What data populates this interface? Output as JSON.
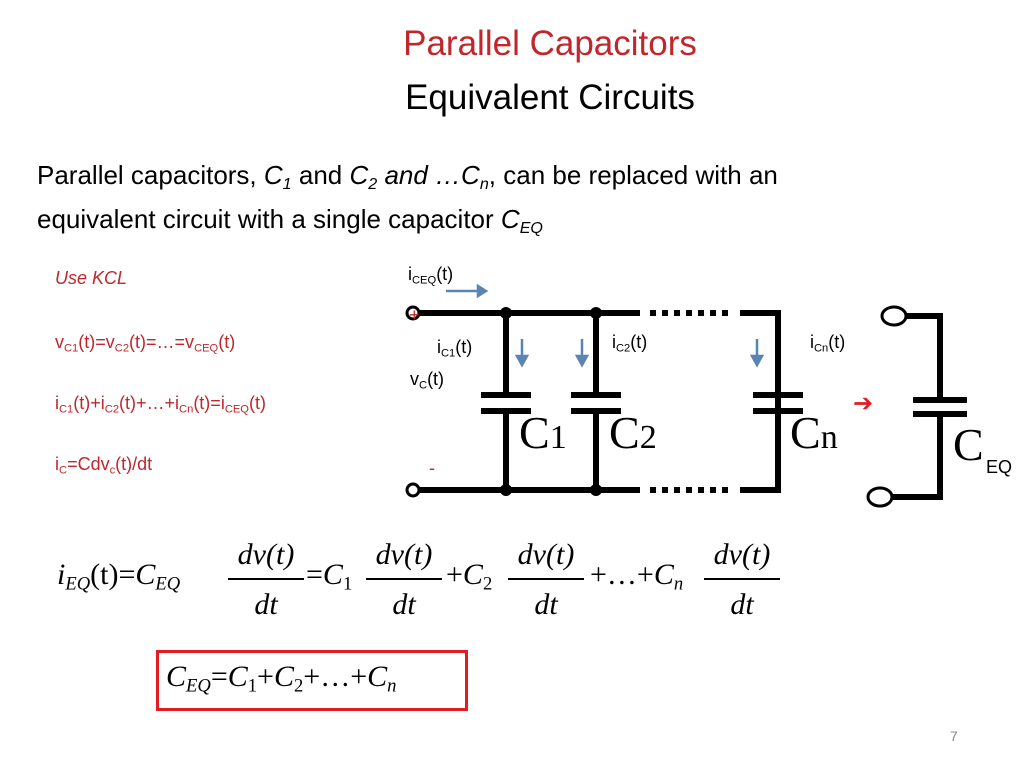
{
  "slide": {
    "title_line1": "Parallel Capacitors",
    "title_line2": "Equivalent Circuits",
    "intro": {
      "t1": "Parallel capacitors, ",
      "c1": "C",
      "c1_sub": "1",
      "t2": " and ",
      "c2": "C",
      "c2_sub": "2",
      "t3": " and …C",
      "cn_sub": "n",
      "t4": ", can be replaced with an",
      "t5": "equivalent circuit with a single capacitor ",
      "ceq": "C",
      "ceq_sub": "EQ"
    },
    "notes": {
      "use_kcl": "Use KCL",
      "voltage": {
        "a": "v",
        "a_sub": "C1",
        "b": "(t)=v",
        "b_sub": "C2",
        "c": "(t)=…=v",
        "c_sub": "CEQ",
        "d": "(t)"
      },
      "current": {
        "a": "i",
        "a_sub": "C1",
        "b": "(t)+i",
        "b_sub": "C2",
        "c": "(t)+…+i",
        "c_sub": "Cn",
        "d": "(t)=i",
        "d_sub": "CEQ",
        "e": "(t)"
      },
      "cap_law": {
        "a": "i",
        "a_sub": "C",
        "b": "=Cdv",
        "b_sub": "c",
        "c": "(t)/dt"
      }
    },
    "circuit": {
      "iceq": {
        "main": "i",
        "sub": "CEQ",
        "tail": "(t)"
      },
      "ic1": {
        "main": "i",
        "sub": "C1",
        "tail": "(t)"
      },
      "ic2": {
        "main": "i",
        "sub": "C2",
        "tail": "(t)"
      },
      "icn": {
        "main": "i",
        "sub": "Cn",
        "tail": "(t)"
      },
      "vc": {
        "main": "v",
        "sub": "C",
        "tail": "(t)"
      },
      "plus": "+",
      "minus": "-",
      "cap1": {
        "main": "C",
        "sub": "1"
      },
      "cap2": {
        "main": "C",
        "sub": "2"
      },
      "capn": {
        "main": "C",
        "sub": "n"
      },
      "capeq": {
        "main": "C",
        "sub": "EQ"
      },
      "arrow": "➔"
    },
    "equation1": {
      "lhs_i": "i",
      "lhs_sub": "EQ",
      "lhs_t": "(t)",
      "eq": "=",
      "ceq": "C",
      "ceq_sub": "EQ",
      "num": "dv(t)",
      "den": "dt",
      "c": "C",
      "sub1": "1",
      "sub2": "2",
      "subn": "n",
      "plus": "+",
      "ellipsis": "…"
    },
    "equation2": {
      "c": "C",
      "eq_sub": "EQ",
      "eq": "=",
      "sub1": "1",
      "sub2": "2",
      "subn": "n",
      "plus": "+",
      "ellipsis": "…"
    },
    "page_number": "7"
  },
  "colors": {
    "accent_red": "#c0262c",
    "box_red": "#e11c22",
    "arrow_blue": "#5b84b1",
    "wire": "#000000"
  }
}
